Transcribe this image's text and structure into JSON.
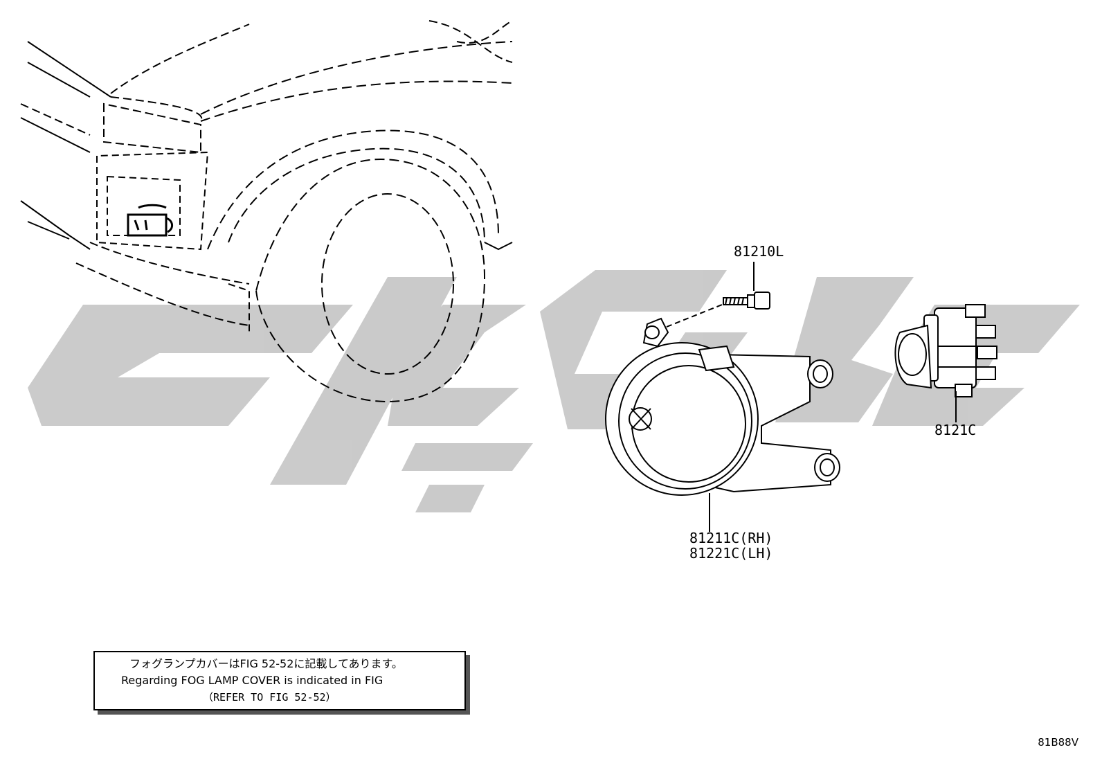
{
  "labels": {
    "bolt": "81210L",
    "bulb": "8121C",
    "lamp_rh": "81211C(RH)",
    "lamp_lh": "81221C(LH)"
  },
  "note": {
    "jp": "フォグランプカバーはFIG 52-52に記載してあります。",
    "en": "Regarding FOG LAMP COVER is indicated in FIG",
    "ref": "（REFER TO FIG 52-52）"
  },
  "figure_id": "81B88V",
  "colors": {
    "line": "#000000",
    "watermark": "#c8c8c8"
  },
  "watermark": "logo"
}
